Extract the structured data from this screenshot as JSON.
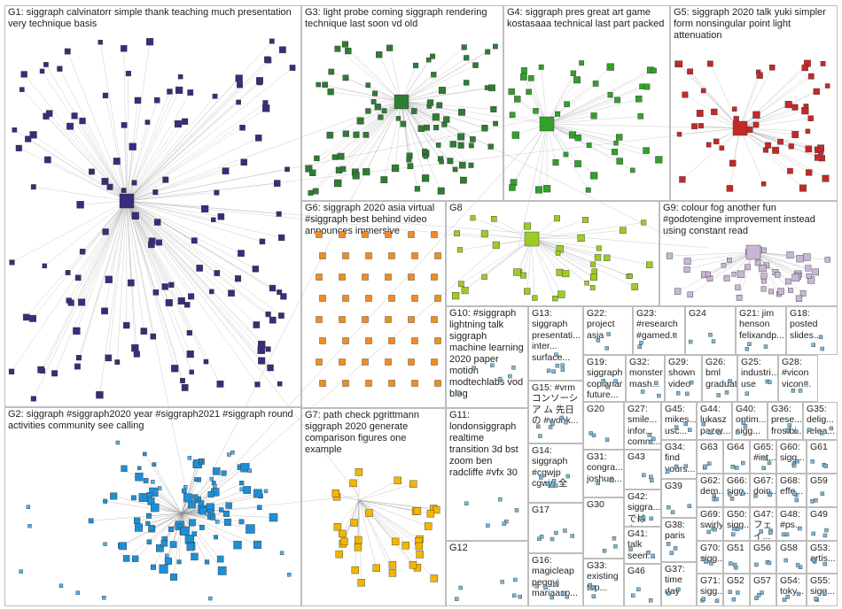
{
  "groups": [
    {
      "id": "G1",
      "label": "G1: siggraph calvinatorr simple thank teaching much presentation very technique basis"
    },
    {
      "id": "G2",
      "label": "G2: siggraph #siggraph2020 year #siggraph2021 #siggraph round activities community see calling"
    },
    {
      "id": "G3",
      "label": "G3: light probe coming siggraph rendering technique last soon vd old"
    },
    {
      "id": "G4",
      "label": "G4: siggraph pres great art game kostasaaa technical last part packed"
    },
    {
      "id": "G5",
      "label": "G5: siggraph 2020 talk yuki simpler form nonsingular point light attenuation"
    },
    {
      "id": "G6",
      "label": "G6: siggraph 2020 asia virtual #siggraph best behind video announces immersive"
    },
    {
      "id": "G7",
      "label": "G7: path check pgrittmann siggraph 2020 generate comparison figures one example"
    },
    {
      "id": "G8",
      "label": "G8"
    },
    {
      "id": "G9",
      "label": "G9: colour fog another fun #godotengine improvement instead using constant read"
    },
    {
      "id": "G10",
      "label": "G10: #siggraph lightning talk siggraph machine learning 2020 paper motion modtechlabs vod blog"
    },
    {
      "id": "G11",
      "label": "G11: londonsiggraph realtime transition 3d bst zoom ben radcliffe #vfx 30"
    },
    {
      "id": "G12",
      "label": "G12"
    },
    {
      "id": "G13",
      "label": "G13: siggraph presentati... inter... surface..."
    },
    {
      "id": "G14",
      "label": "G14: siggraph #cgwjp cgwjp 全"
    },
    {
      "id": "G15",
      "label": "G15: #vrm コンソーシア ム 先日の #wonk..."
    },
    {
      "id": "G16",
      "label": "G16: magicleap peggyj mariaasp..."
    },
    {
      "id": "G17",
      "label": "G17"
    },
    {
      "id": "G18",
      "label": "G18: posted slides..."
    },
    {
      "id": "G19",
      "label": "G19: siggraph coplanar future..."
    },
    {
      "id": "G20",
      "label": "G20"
    },
    {
      "id": "G21",
      "label": "G21: jim henson felixandp..."
    },
    {
      "id": "G22",
      "label": "G22: project asia"
    },
    {
      "id": "G23",
      "label": "G23: #research #gamed..."
    },
    {
      "id": "G24",
      "label": "G24"
    },
    {
      "id": "G25",
      "label": "G25: industri... use"
    },
    {
      "id": "G26",
      "label": "G26: bml graduat..."
    },
    {
      "id": "G27",
      "label": "G27: smile... infor... comm..."
    },
    {
      "id": "G28",
      "label": "G28: #vicon vicon..."
    },
    {
      "id": "G29",
      "label": "G29: shown video"
    },
    {
      "id": "G30",
      "label": "G30"
    },
    {
      "id": "G31",
      "label": "G31: congra... joshua..."
    },
    {
      "id": "G32",
      "label": "G32: monster mash..."
    },
    {
      "id": "G33",
      "label": "G33: existing top..."
    },
    {
      "id": "G34",
      "label": "G34: find yours..."
    },
    {
      "id": "G35",
      "label": "G35: delig... relea..."
    },
    {
      "id": "G36",
      "label": "G36: prese... frostbi..."
    },
    {
      "id": "G37",
      "label": "G37: time day"
    },
    {
      "id": "G38",
      "label": "G38: paris"
    },
    {
      "id": "G39",
      "label": "G39"
    },
    {
      "id": "G40",
      "label": "G40: optim... sigg..."
    },
    {
      "id": "G41",
      "label": "G41: talk seen..."
    },
    {
      "id": "G42",
      "label": "G42: siggra... ではも..."
    },
    {
      "id": "G43",
      "label": "G43"
    },
    {
      "id": "G44",
      "label": "G44: lukasz pazer..."
    },
    {
      "id": "G45",
      "label": "G45: mikes... usc..."
    },
    {
      "id": "G46",
      "label": "G46"
    },
    {
      "id": "G47",
      "label": "G47: フェイ..."
    },
    {
      "id": "G48",
      "label": "G48: #ps..."
    },
    {
      "id": "G49",
      "label": "G49"
    },
    {
      "id": "G50",
      "label": "G50: sigg..."
    },
    {
      "id": "G51",
      "label": "G51"
    },
    {
      "id": "G52",
      "label": "G52"
    },
    {
      "id": "G53",
      "label": "G53: artis..."
    },
    {
      "id": "G54",
      "label": "G54: toky..."
    },
    {
      "id": "G55",
      "label": "G55: sigg..."
    },
    {
      "id": "G56",
      "label": "G56"
    },
    {
      "id": "G57",
      "label": "G57"
    },
    {
      "id": "G58",
      "label": "G58"
    },
    {
      "id": "G59",
      "label": "G59"
    },
    {
      "id": "G60",
      "label": "G60: sigg..."
    },
    {
      "id": "G61",
      "label": "G61"
    },
    {
      "id": "G62",
      "label": "G62: dem..."
    },
    {
      "id": "G63",
      "label": "G63"
    },
    {
      "id": "G64",
      "label": "G64"
    },
    {
      "id": "G65",
      "label": "G65: #int..."
    },
    {
      "id": "G66",
      "label": "G66: sigg..."
    },
    {
      "id": "G67",
      "label": "G67: doin..."
    },
    {
      "id": "G68",
      "label": "G68: effe..."
    },
    {
      "id": "G69",
      "label": "G69: swirly"
    },
    {
      "id": "G70",
      "label": "G70: sigg..."
    },
    {
      "id": "G71",
      "label": "G71: sigg..."
    }
  ],
  "colors": {
    "G1": "#1b1464",
    "G2": "#1e8fd6",
    "G3": "#2e7d32",
    "G4": "#33a02c",
    "G5": "#c62828",
    "G6": "#ef6c00",
    "G7": "#f2b600",
    "G8": "#9ccc22",
    "G9": "#b0b0b0",
    "edge": "#9e9e9e",
    "frame": "#bdbdbd"
  }
}
